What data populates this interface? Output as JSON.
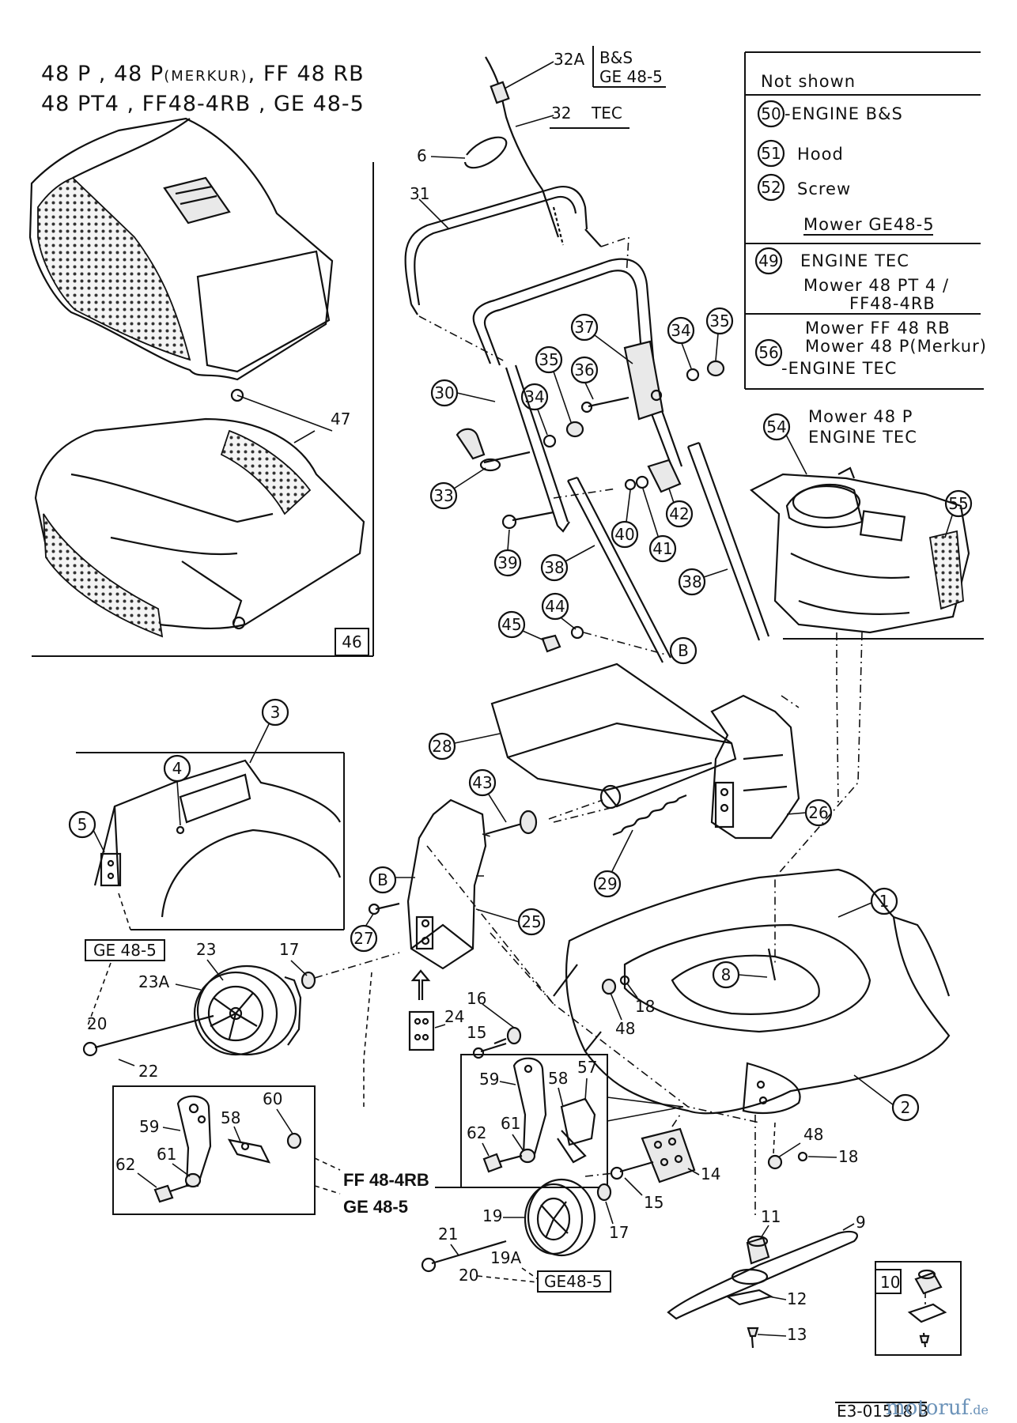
{
  "title": {
    "line1": "48 P   , 48 P",
    "line1_small": "(MERKUR)",
    "line1_tail": ", FF 48 RB",
    "line2": "48 PT4 , FF48-4RB , GE 48-5"
  },
  "legend": {
    "header": "Not shown",
    "rows": [
      {
        "num": "50",
        "text": "-ENGINE   B&S"
      },
      {
        "num": "51",
        "text": "Hood"
      },
      {
        "num": "52",
        "text": "Screw"
      },
      {
        "num": "",
        "text": "Mower  GE48-5"
      },
      {
        "num": "49",
        "text": "ENGINE  TEC"
      },
      {
        "num": "",
        "text": "Mower  48 PT 4 /"
      },
      {
        "num": "",
        "text": "FF48-4RB"
      },
      {
        "num": "",
        "text": "Mower  FF 48 RB"
      },
      {
        "num": "",
        "text": "Mower  48 P(Merkur)"
      },
      {
        "num": "56",
        "text": "-ENGINE   TEC"
      }
    ]
  },
  "engine_note": {
    "line1": "Mower  48 P",
    "line2": "ENGINE  TEC"
  },
  "cable_labels": {
    "a_num": "32A",
    "a_l1": "B&S",
    "a_l2": "GE 48-5",
    "b_num": "32",
    "b_l": "TEC"
  },
  "variant_labels": {
    "ge_wheel_top": "GE 48-5",
    "ge_wheel_bottom": "GE48-5",
    "ff": "FF 48-4RB",
    "ge": "GE 48-5"
  },
  "boxed_nums": {
    "catcher": "46",
    "blade_kit": "10"
  },
  "circled_callouts": [
    "1",
    "2",
    "3",
    "4",
    "5",
    "8",
    "25",
    "26",
    "27",
    "28",
    "29",
    "30",
    "33",
    "34",
    "35",
    "36",
    "37",
    "39",
    "40",
    "41",
    "42",
    "44",
    "45",
    "49",
    "50",
    "51",
    "52",
    "54",
    "55",
    "56",
    "B"
  ],
  "plain_callouts": [
    "6",
    "31",
    "47",
    "23",
    "23A",
    "17",
    "20",
    "22",
    "24",
    "16",
    "15",
    "18",
    "48",
    "59",
    "58",
    "57",
    "60",
    "61",
    "62",
    "14",
    "11",
    "9",
    "12",
    "13",
    "19",
    "21",
    "19A"
  ],
  "drawing_code": "E3-01518 B",
  "watermark": {
    "brand": "motoruf",
    "tld": ".de"
  }
}
